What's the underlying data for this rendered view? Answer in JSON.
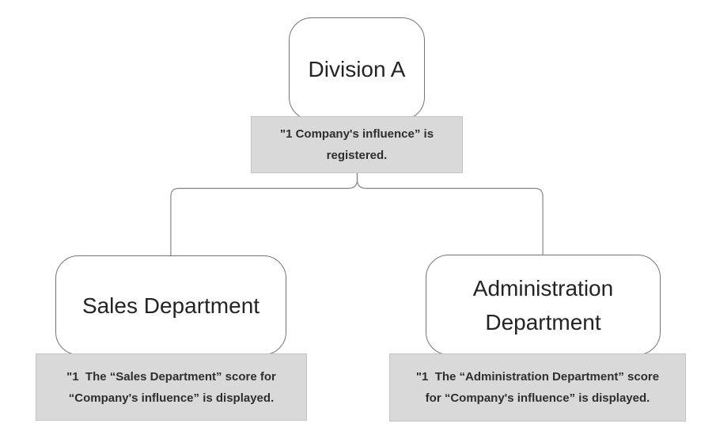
{
  "diagram": {
    "colors": {
      "background": "#ffffff",
      "node_fill": "#ffffff",
      "node_border": "#757575",
      "note_fill": "#d9d9d9",
      "note_border": "#c3c3c3",
      "connector": "#8d8d8d",
      "text": "#2e2e2e"
    },
    "root": {
      "title": "Division A",
      "note": {
        "line1": "\"1 Company's influence” is",
        "line2": "registered."
      }
    },
    "sales": {
      "title": "Sales Department",
      "note": {
        "line1": "\"1  The “Sales Department” score for",
        "line2": "“Company's influence” is displayed."
      }
    },
    "admin": {
      "title_line1": "Administration",
      "title_line2": "Department",
      "note": {
        "line1": "\"1  The “Administration Department” score",
        "line2": "for “Company's influence” is displayed."
      }
    }
  }
}
